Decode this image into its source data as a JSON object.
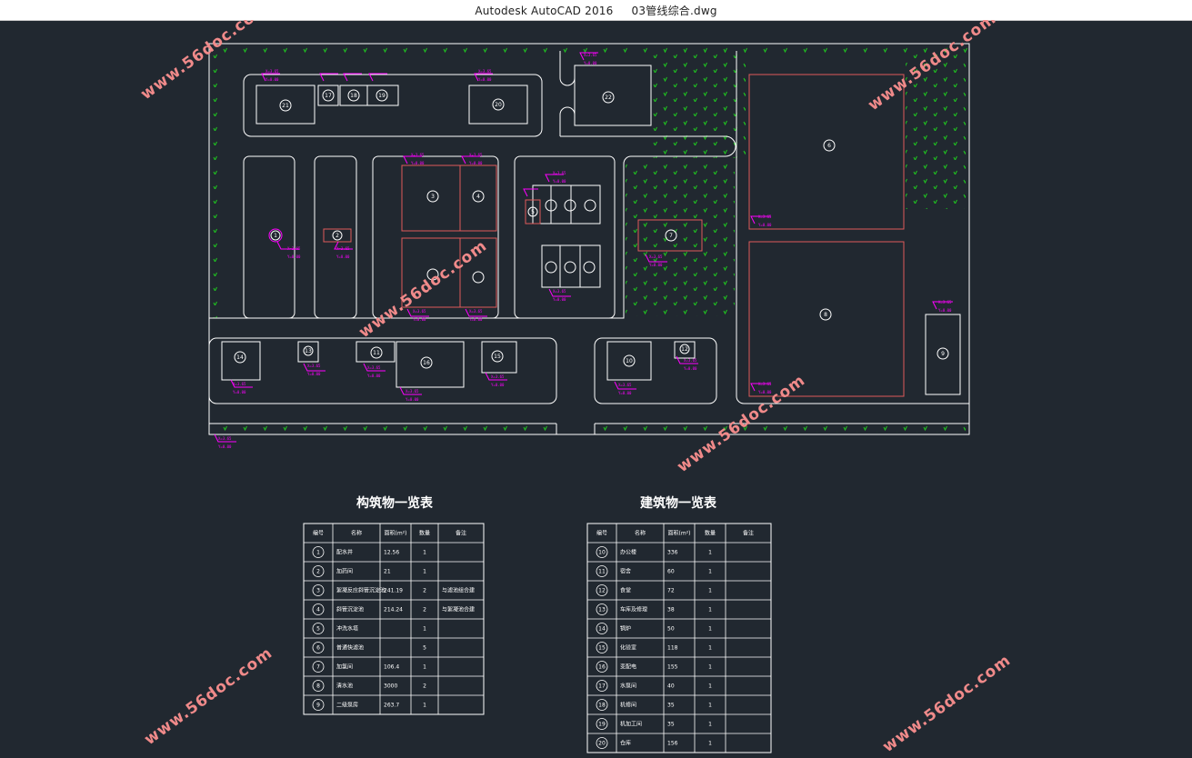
{
  "window": {
    "app": "Autodesk AutoCAD 2016",
    "file": "03管线综合.dwg"
  },
  "watermark": "www.56doc.com",
  "structures_table": {
    "title": "构筑物一览表",
    "headers": [
      "编号",
      "名称",
      "面积(m²)",
      "数量",
      "备注"
    ],
    "rows": [
      {
        "no": "1",
        "name": "配水井",
        "area": "12.56",
        "qty": "1",
        "note": ""
      },
      {
        "no": "2",
        "name": "加药间",
        "area": "21",
        "qty": "1",
        "note": ""
      },
      {
        "no": "3",
        "name": "絮凝反应斜管沉淀池",
        "area": "241.19",
        "qty": "2",
        "note": "与滤池组合建"
      },
      {
        "no": "4",
        "name": "斜管沉淀池",
        "area": "214.24",
        "qty": "2",
        "note": "与絮凝池合建"
      },
      {
        "no": "5",
        "name": "冲洗水塔",
        "area": "",
        "qty": "1",
        "note": ""
      },
      {
        "no": "6",
        "name": "普通快滤池",
        "area": "",
        "qty": "5",
        "note": ""
      },
      {
        "no": "7",
        "name": "加氯间",
        "area": "106.4",
        "qty": "1",
        "note": ""
      },
      {
        "no": "8",
        "name": "清水池",
        "area": "3000",
        "qty": "2",
        "note": ""
      },
      {
        "no": "9",
        "name": "二级泵房",
        "area": "263.7",
        "qty": "1",
        "note": ""
      }
    ]
  },
  "buildings_table": {
    "title": "建筑物一览表",
    "headers": [
      "编号",
      "名称",
      "面积(m²)",
      "数量",
      "备注"
    ],
    "rows": [
      {
        "no": "10",
        "name": "办公楼",
        "area": "336",
        "qty": "1",
        "note": ""
      },
      {
        "no": "11",
        "name": "宿舍",
        "area": "60",
        "qty": "1",
        "note": ""
      },
      {
        "no": "12",
        "name": "食堂",
        "area": "72",
        "qty": "1",
        "note": ""
      },
      {
        "no": "13",
        "name": "车库及修理",
        "area": "38",
        "qty": "1",
        "note": ""
      },
      {
        "no": "14",
        "name": "锅炉",
        "area": "50",
        "qty": "1",
        "note": ""
      },
      {
        "no": "15",
        "name": "化验室",
        "area": "118",
        "qty": "1",
        "note": ""
      },
      {
        "no": "16",
        "name": "变配电",
        "area": "155",
        "qty": "1",
        "note": ""
      },
      {
        "no": "17",
        "name": "水泵间",
        "area": "40",
        "qty": "1",
        "note": ""
      },
      {
        "no": "18",
        "name": "机修间",
        "area": "35",
        "qty": "1",
        "note": ""
      },
      {
        "no": "19",
        "name": "机加工间",
        "area": "35",
        "qty": "1",
        "note": ""
      },
      {
        "no": "20",
        "name": "仓库",
        "area": "156",
        "qty": "1",
        "note": ""
      }
    ]
  },
  "plan": {
    "coord_label_a": "X=3.65",
    "coord_label_b": "Y=0.00",
    "units": [
      {
        "no": "1"
      },
      {
        "no": "2"
      },
      {
        "no": "3"
      },
      {
        "no": "4"
      },
      {
        "no": "5"
      },
      {
        "no": "6"
      },
      {
        "no": "7"
      },
      {
        "no": "8"
      },
      {
        "no": "9"
      },
      {
        "no": "10"
      },
      {
        "no": "11"
      },
      {
        "no": "12"
      },
      {
        "no": "13"
      },
      {
        "no": "14"
      },
      {
        "no": "15"
      },
      {
        "no": "16"
      },
      {
        "no": "17"
      },
      {
        "no": "18"
      },
      {
        "no": "19"
      },
      {
        "no": "20"
      },
      {
        "no": "21"
      },
      {
        "no": "22"
      }
    ]
  },
  "colors": {
    "background": "#212830",
    "line_white": "#ffffff",
    "building_red": "#e05a5a",
    "label_magenta": "#ff00ff",
    "grass_green": "#1ec81e"
  }
}
